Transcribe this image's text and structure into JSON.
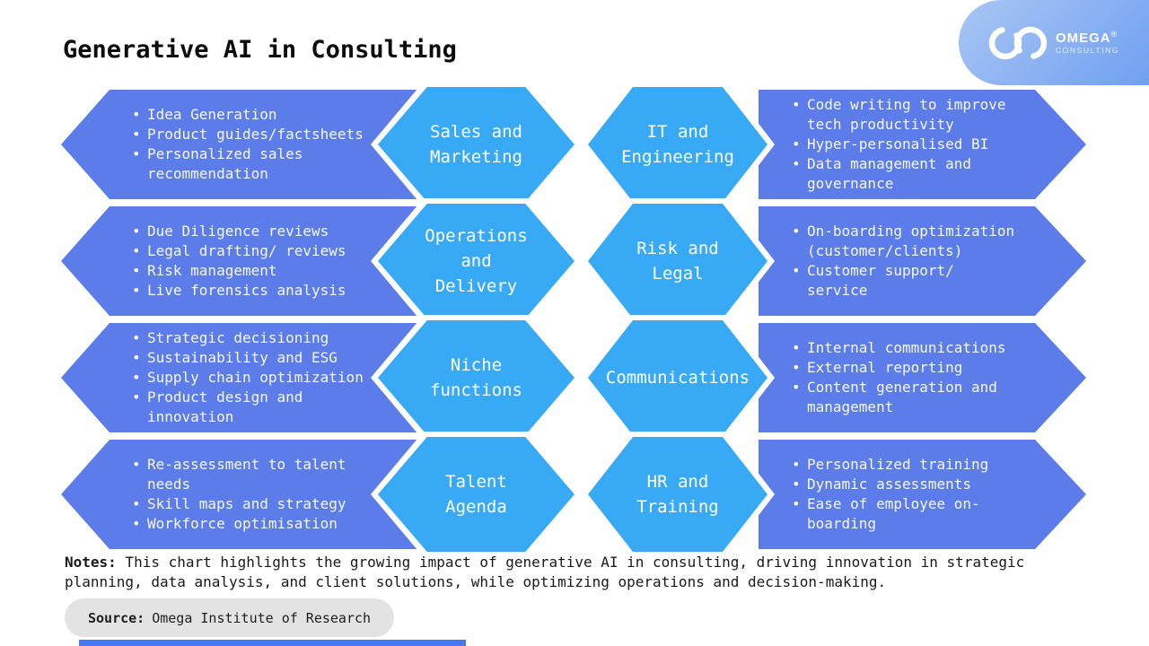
{
  "title": "Generative AI in Consulting",
  "logo": {
    "name": "OMEGA",
    "registered": "®",
    "subtitle": "CONSULTING",
    "icon": "infinity-rings-icon"
  },
  "rows": [
    {
      "left_items": [
        "Idea Generation",
        "Product guides/factsheets",
        "Personalized sales recommendation"
      ],
      "hex_left": "Sales and\nMarketing",
      "hex_right": "IT and\nEngineering",
      "right_items": [
        "Code writing to improve tech productivity",
        "Hyper-personalised BI",
        "Data management and governance"
      ]
    },
    {
      "left_items": [
        "Due Diligence reviews",
        "Legal drafting/ reviews",
        "Risk management",
        "Live forensics analysis"
      ],
      "hex_left": "Operations\nand\nDelivery",
      "hex_right": "Risk and\nLegal",
      "right_items": [
        "On-boarding optimization (customer/clients)",
        "Customer support/ service"
      ]
    },
    {
      "left_items": [
        "Strategic decisioning",
        "Sustainability and ESG",
        "Supply chain optimization",
        "Product design and innovation"
      ],
      "hex_left": "Niche\nfunctions",
      "hex_right": "Communications",
      "right_items": [
        "Internal communications",
        "External reporting",
        "Content generation and management"
      ]
    },
    {
      "left_items": [
        "Re-assessment to talent needs",
        "Skill maps and strategy",
        "Workforce optimisation"
      ],
      "hex_left": "Talent\nAgenda",
      "hex_right": "HR and\nTraining",
      "right_items": [
        "Personalized training",
        "Dynamic assessments",
        "Ease of employee on-boarding"
      ]
    }
  ],
  "notes": {
    "label": "Notes:",
    "text": " This chart highlights the growing impact of generative AI in consulting, driving innovation in strategic planning, data analysis, and client solutions, while optimizing operations and decision-making."
  },
  "source": {
    "label": "Source:",
    "text": "Omega Institute of Research"
  },
  "colors": {
    "banner": "#5b7ce9",
    "hexagon": "#38aaf5",
    "logo_gradient_start": "#a9c6f4",
    "logo_gradient_end": "#70a0f1",
    "accent_bar": "#4679f3",
    "source_bg": "#e3e3e3"
  }
}
